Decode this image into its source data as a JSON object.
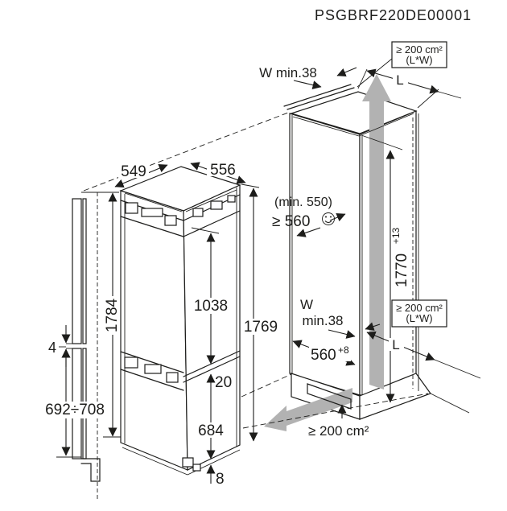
{
  "title": "PSGBRF220DE00001",
  "colors": {
    "line": "#1d1d1b",
    "airflow_arrow": "#b2b2b2",
    "background": "#ffffff"
  },
  "door_panel": {
    "gap": "4",
    "lower_panel_height": "692÷708",
    "total_height": "1784"
  },
  "appliance": {
    "depth": "549",
    "width": "556",
    "upper_door_height": "1038",
    "door_gap": "20",
    "lower_door_height": "684",
    "bottom_gap": "8",
    "total_height": "1769"
  },
  "niche": {
    "top_vent": {
      "area": "≥ 200 cm²",
      "formula": "(L*W)"
    },
    "mid_vent": {
      "area": "≥ 200 cm²",
      "formula": "(L*W)"
    },
    "bottom_vent_area": "≥ 200 cm²",
    "top_clearance": "W min.38",
    "length_top": "L",
    "length_bottom": "L",
    "depth_note": "(min. 550)",
    "depth_min": "≥ 560",
    "height": "1770",
    "height_tolerance": "+13",
    "rear_clearance_w": "W",
    "rear_clearance_value": "min.38",
    "width": "560",
    "width_tolerance": "+8"
  }
}
